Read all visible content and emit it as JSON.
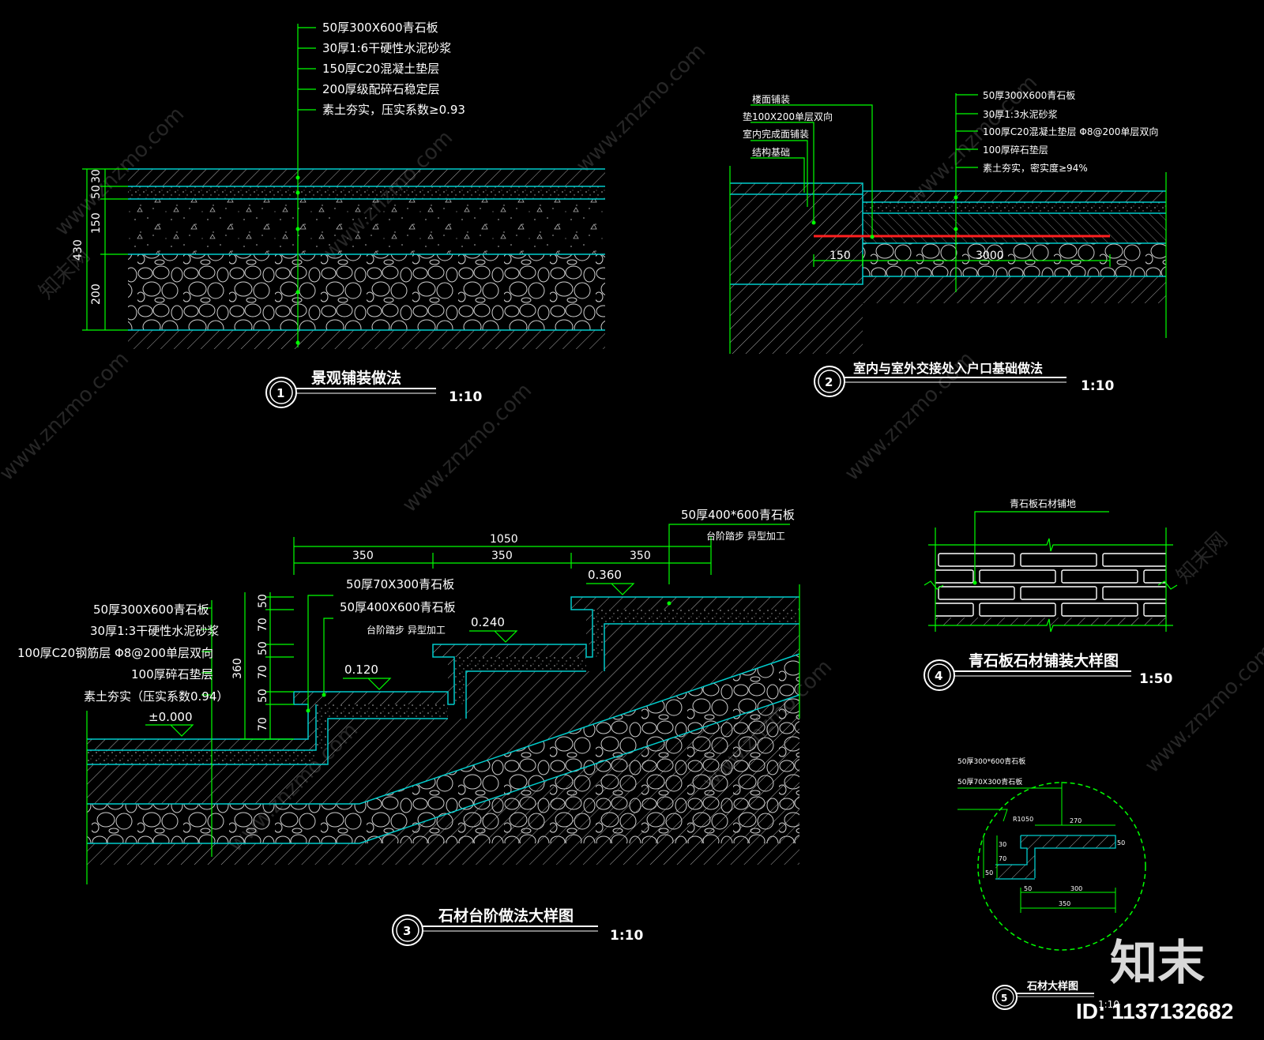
{
  "watermark": {
    "text": "www.znzmo.com",
    "cn": "知末网"
  },
  "brand": {
    "logo": "知末",
    "id": "ID: 1137132682"
  },
  "detail1": {
    "number": "1",
    "title": "景观铺装做法",
    "scale": "1:10",
    "layers": [
      "50厚300X600青石板",
      "30厚1:6干硬性水泥砂浆",
      "150厚C20混凝土垫层",
      "200厚级配碎石稳定层",
      "素土夯实，压实系数≥0.93"
    ],
    "dims": {
      "total": "430",
      "d1": "30",
      "d2": "50",
      "d3": "150",
      "d4": "200"
    }
  },
  "detail2": {
    "number": "2",
    "title": "室内与室外交接处入户口基础做法",
    "scale": "1:10",
    "left_notes": [
      "楼面铺装",
      "垫100X200单层双向",
      "室内完成面铺装",
      "结构基础"
    ],
    "layers": [
      "50厚300X600青石板",
      "30厚1:3水泥砂浆",
      "100厚C20混凝土垫层  Φ8@200单层双向",
      "100厚碎石垫层",
      "素土夯实，密实度≥94%"
    ],
    "dims": {
      "a": "150",
      "b": "3000"
    }
  },
  "detail3": {
    "number": "3",
    "title": "石材台阶做法大样图",
    "scale": "1:10",
    "left_notes": [
      "50厚300X600青石板",
      "30厚1:3干硬性水泥砂浆",
      "100厚C20钢筋层  Φ8@200单层双向",
      "100厚碎石垫层",
      "素土夯实（压实系数0.94）"
    ],
    "top_notes": [
      "50厚400*600青石板",
      "台阶踏步  异型加工"
    ],
    "mid_notes": [
      "50厚70X300青石板",
      "50厚400X600青石板",
      "台阶踏步  异型加工"
    ],
    "elevations": [
      "±0.000",
      "0.120",
      "0.240",
      "0.360"
    ],
    "dims": {
      "total": "1050",
      "s1": "350",
      "s2": "350",
      "s3": "350",
      "height": "360",
      "v1": "70",
      "v2": "50",
      "v3": "70",
      "v4": "50",
      "v5": "70",
      "v6": "50"
    }
  },
  "detail4": {
    "number": "4",
    "title": "青石板石材铺装大样图",
    "scale": "1:50",
    "note": "青石板石材铺地"
  },
  "detail5": {
    "number": "5",
    "title": "石材大样图",
    "scale": "1:10",
    "notes": [
      "50厚300*600青石板",
      "50厚70X300青石板"
    ],
    "dims": {
      "a": "270",
      "b": "50",
      "c": "350",
      "d": "300",
      "e": "50",
      "f": "30",
      "g": "50",
      "h": "70",
      "i": "50",
      "j": "R10"
    }
  },
  "colors": {
    "bg": "#000000",
    "leader": "#00ff00",
    "layer": "#00cccc",
    "hatch": "#bfbfbf",
    "red": "#ff2020",
    "text": "#ffffff"
  }
}
